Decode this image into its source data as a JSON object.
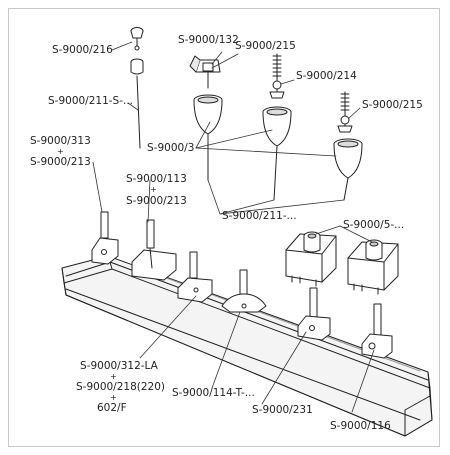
{
  "labels": {
    "l216": "S-9000/216",
    "l211s": "S-9000/211-S-...",
    "l313": "S-9000/313",
    "l313plus": "+",
    "l213a": "S-9000/213",
    "l132": "S-9000/132",
    "l215a": "S-9000/215",
    "l214": "S-9000/214",
    "l215b": "S-9000/215",
    "l3": "S-9000/3",
    "l113": "S-9000/113",
    "l113plus": "+",
    "l213b": "S-9000/213",
    "l211": "S-9000/211-...",
    "l5": "S-9000/5-...",
    "l312": "S-9000/312-LA",
    "l312plus": "+",
    "l218": "S-9000/218(220)",
    "l218plus": "+",
    "l602": "602/F",
    "l114": "S-9000/114-T-...",
    "l231": "S-9000/231",
    "l116": "S-9000/116"
  },
  "colors": {
    "line": "#222222",
    "fill": "#ffffff",
    "shade": "#dcdcdc",
    "border": "#c8c8c8"
  }
}
